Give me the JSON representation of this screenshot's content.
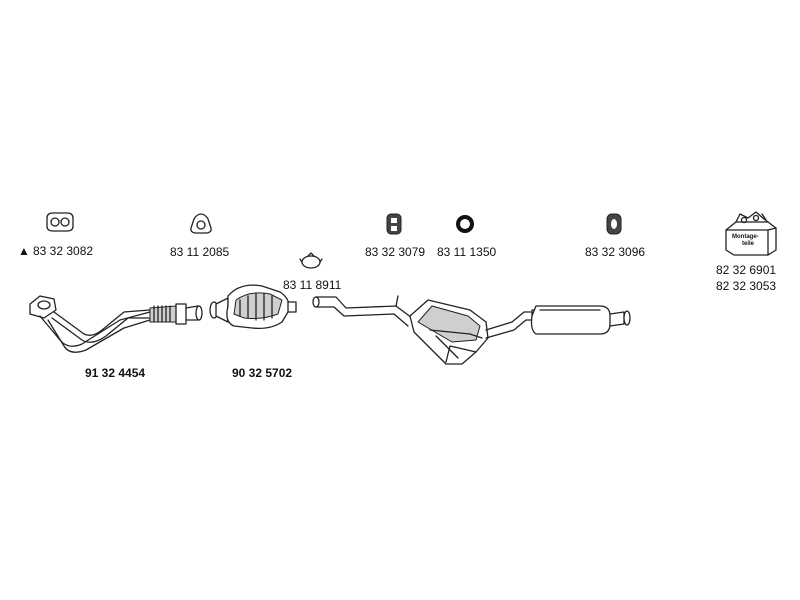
{
  "parts": {
    "gasket_flange": {
      "part_number": "83 32 3082",
      "marker": "▲"
    },
    "gasket_triangle": {
      "part_number": "83 11 2085"
    },
    "clamp": {
      "part_number": "83 11 8911"
    },
    "rubber_mount_b": {
      "part_number": "83 32 3079"
    },
    "o_ring": {
      "part_number": "83 11 1350"
    },
    "rubber_mount_c": {
      "part_number": "83 32 3096"
    },
    "mounting_kit": {
      "part_numbers": [
        "82 32 6901",
        "82 32 3053"
      ],
      "box_label_line1": "Montage-",
      "box_label_line2": "teile"
    },
    "front_pipe": {
      "part_number": "91 32 4454"
    },
    "catalytic_converter": {
      "part_number": "90 32 5702"
    }
  }
}
